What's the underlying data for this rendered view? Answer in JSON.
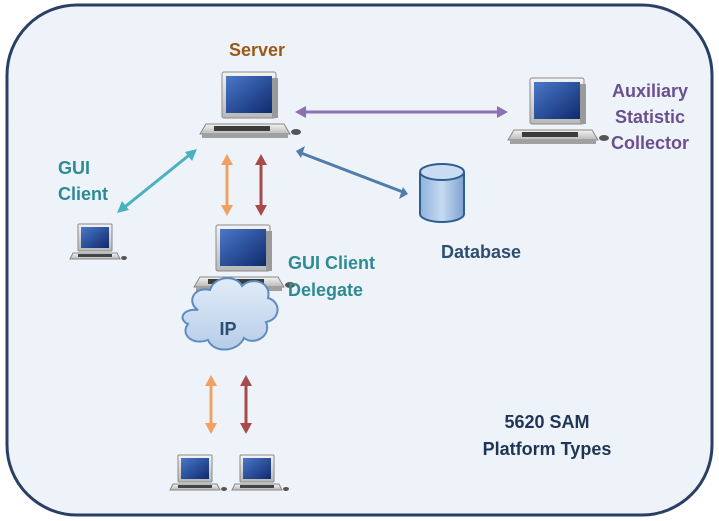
{
  "colors": {
    "frame_border": "#2a3f66",
    "frame_fill": "#eef3fa",
    "server_label": "#9a5a16",
    "teal_label": "#2e8b93",
    "purple_label": "#6b4f8f",
    "navy_label": "#2e4d72",
    "arrow_purple": "#8a72b0",
    "arrow_teal": "#4ab1c1",
    "arrow_blue": "#4f7ead",
    "arrow_orange": "#f0a060",
    "arrow_red": "#a84a4a",
    "cloud_fill": "#c9dbf0",
    "cloud_stroke": "#5d8cc2",
    "db_fill": "#a9c4e4",
    "db_stroke": "#2f5c91"
  },
  "nodes": {
    "server": {
      "label": "Server",
      "icon": "server-computer-icon"
    },
    "auxiliary": {
      "label": "Auxiliary\nStatistic\nCollector",
      "icon": "auxiliary-computer-icon"
    },
    "gui_client": {
      "label": "GUI\nClient",
      "icon": "gui-client-laptop-icon"
    },
    "database": {
      "label": "Database",
      "icon": "database-icon"
    },
    "gui_delegate": {
      "label": "GUI Client\nDelegate",
      "icon": "delegate-computer-icon"
    },
    "ip": {
      "label": "IP",
      "icon": "cloud-icon"
    },
    "clients_bottom": {
      "icon": "laptop-icon"
    }
  },
  "caption": "5620 SAM\nPlatform Types"
}
